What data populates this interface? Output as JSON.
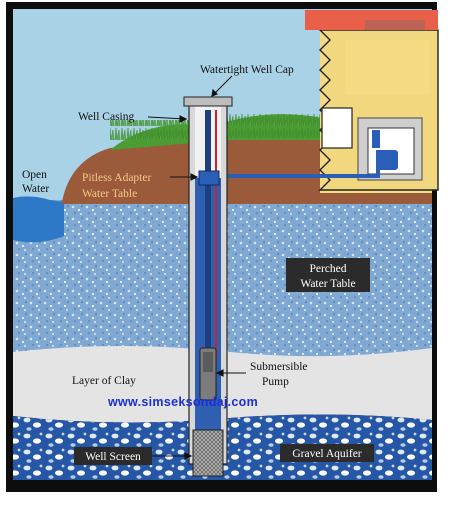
{
  "labels": {
    "well_cap": "Watertight Well Cap",
    "well_casing": "Well Casing",
    "open_water_1": "Open",
    "open_water_2": "Water",
    "pitless_adapter": "Pitless Adapter",
    "water_table": "Water Table",
    "perched_1": "Perched",
    "perched_2": "Water Table",
    "layer_clay": "Layer of Clay",
    "pump_1": "Submersible",
    "pump_2": "Pump",
    "well_screen": "Well Screen",
    "gravel_aquifer": "Gravel Aquifer"
  },
  "watermark": "www.simseksondaj.com",
  "colors": {
    "sky": "#a9d2e6",
    "soil": "#9b5a3a",
    "gravel": "#7aa3cc",
    "clay": "#e4e4e4",
    "aquifer": "#2a5fb0",
    "house_wall": "#f3da83",
    "roof": "#e8604a",
    "casing": "#2f5fb0",
    "water": "#3a7fd0"
  }
}
